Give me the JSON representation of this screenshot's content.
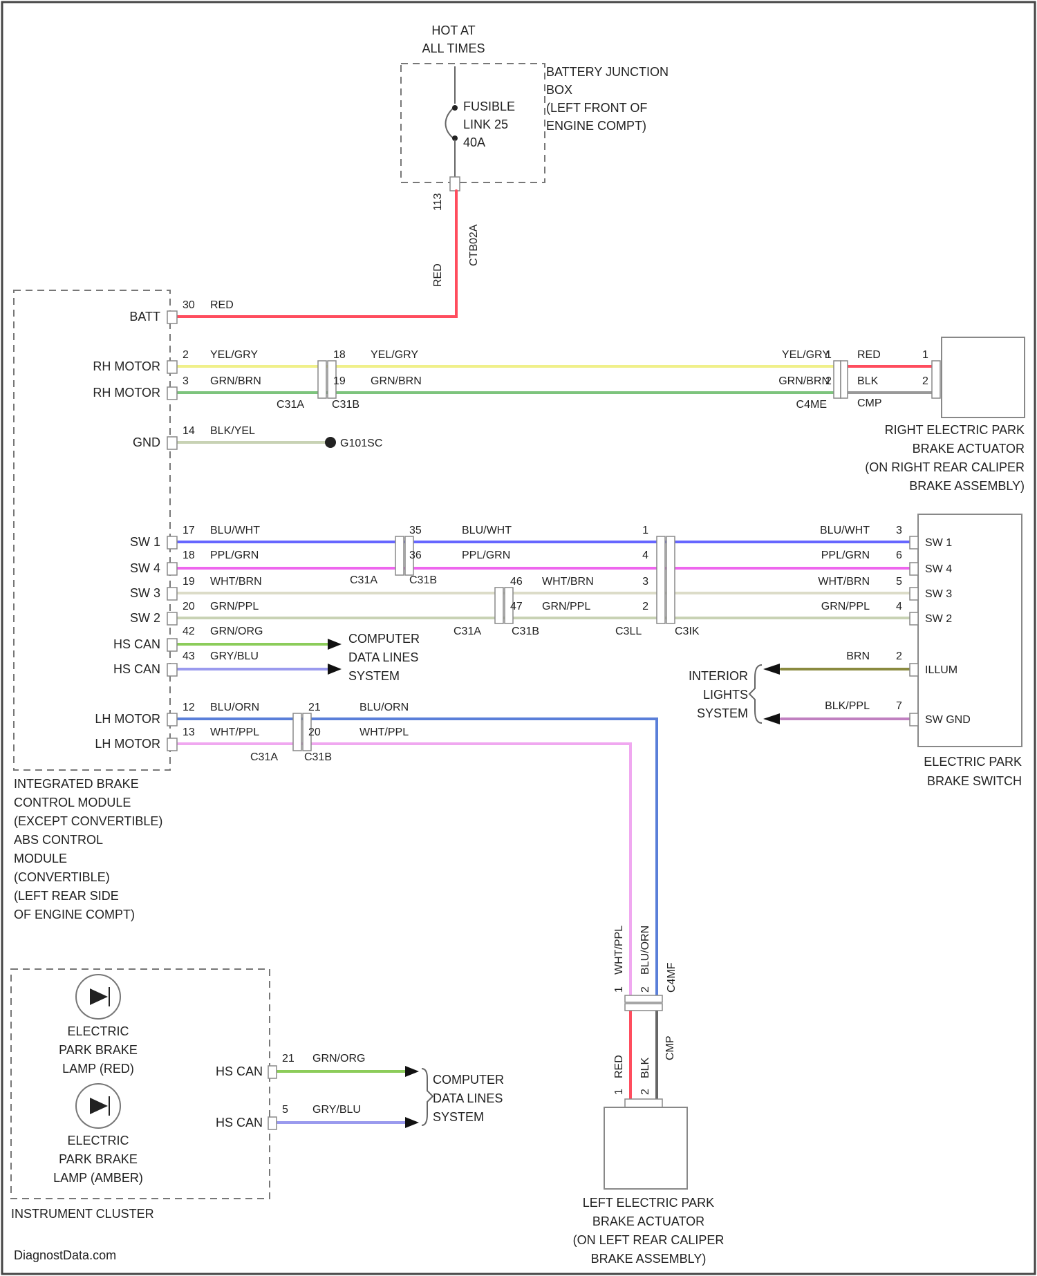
{
  "battery_jb": {
    "hot_label": [
      "HOT AT",
      "ALL TIMES"
    ],
    "name": [
      "BATTERY JUNCTION",
      "BOX",
      "(LEFT FRONT OF",
      "ENGINE COMPT)"
    ],
    "fuse": [
      "FUSIBLE",
      "LINK 25",
      "40A"
    ],
    "wire_color": "RED",
    "circuit": "CTB02A",
    "pin": "113"
  },
  "ibcm": {
    "name": [
      "INTEGRATED BRAKE",
      "CONTROL MODULE",
      "(EXCEPT CONVERTIBLE)",
      "ABS CONTROL",
      "MODULE",
      "(CONVERTIBLE)",
      "(LEFT REAR SIDE",
      "OF ENGINE COMPT)"
    ],
    "batt": {
      "label": "BATT",
      "pin": "30",
      "color": "RED"
    },
    "rh1": {
      "label": "RH MOTOR",
      "pin": "2",
      "color": "YEL/GRY"
    },
    "rh2": {
      "label": "RH MOTOR",
      "pin": "3",
      "color": "GRN/BRN"
    },
    "gnd": {
      "label": "GND",
      "pin": "14",
      "color": "BLK/YEL",
      "ground": "G101SC"
    },
    "sw1": {
      "label": "SW 1",
      "pin": "17",
      "color": "BLU/WHT"
    },
    "sw4": {
      "label": "SW 4",
      "pin": "18",
      "color": "PPL/GRN"
    },
    "sw3": {
      "label": "SW 3",
      "pin": "19",
      "color": "WHT/BRN"
    },
    "sw2": {
      "label": "SW 2",
      "pin": "20",
      "color": "GRN/PPL"
    },
    "hs1": {
      "label": "HS CAN",
      "pin": "42",
      "color": "GRN/ORG"
    },
    "hs2": {
      "label": "HS CAN",
      "pin": "43",
      "color": "GRY/BLU"
    },
    "lh1": {
      "label": "LH MOTOR",
      "pin": "12",
      "color": "BLU/ORN"
    },
    "lh2": {
      "label": "LH MOTOR",
      "pin": "13",
      "color": "WHT/PPL"
    }
  },
  "connectors": {
    "c31a": "C31A",
    "c31b": "C31B",
    "c3ll": "C3LL",
    "c3ik": "C3IK",
    "c4me": "C4ME",
    "c4mf": "C4MF"
  },
  "mid": {
    "rh1": {
      "pin": "18",
      "color": "YEL/GRY"
    },
    "rh2": {
      "pin": "19",
      "color": "GRN/BRN"
    },
    "sw1": {
      "pin": "35",
      "color": "BLU/WHT"
    },
    "sw4": {
      "pin": "36",
      "color": "PPL/GRN"
    },
    "sw3": {
      "pin": "46",
      "color": "WHT/BRN"
    },
    "sw2": {
      "pin": "47",
      "color": "GRN/PPL"
    },
    "lh1": {
      "pin": "21",
      "color": "BLU/ORN"
    },
    "lh2": {
      "pin": "20",
      "color": "WHT/PPL"
    }
  },
  "rh_right": {
    "c1": {
      "color": "YEL/GRY",
      "pin": "1"
    },
    "c2": {
      "color": "GRN/BRN",
      "pin": "2"
    },
    "a1": {
      "color": "RED",
      "pin": "1"
    },
    "a2": {
      "color": "BLK",
      "pin": "2"
    },
    "cmp": "CMP"
  },
  "rh_actuator": [
    "RIGHT ELECTRIC PARK",
    "BRAKE ACTUATOR",
    "(ON RIGHT REAR CALIPER",
    "BRAKE ASSEMBLY)"
  ],
  "switch_wires": {
    "sw1": {
      "pin": "1",
      "color": "BLU/WHT",
      "spin": "3"
    },
    "sw4": {
      "pin": "4",
      "color": "PPL/GRN",
      "spin": "6"
    },
    "sw3": {
      "pin": "3",
      "color": "WHT/BRN",
      "spin": "5"
    },
    "sw2": {
      "pin": "2",
      "color": "GRN/PPL",
      "spin": "4"
    },
    "illum": {
      "color": "BRN",
      "spin": "2"
    },
    "swgnd": {
      "color": "BLK/PPL",
      "spin": "7"
    }
  },
  "switch": {
    "name": [
      "ELECTRIC PARK",
      "BRAKE SWITCH"
    ],
    "pins": [
      "SW 1",
      "SW 4",
      "SW 3",
      "SW 2",
      "ILLUM",
      "SW GND"
    ]
  },
  "interior_lights": [
    "INTERIOR",
    "LIGHTS",
    "SYSTEM"
  ],
  "cdl": [
    "COMPUTER",
    "DATA LINES",
    "SYSTEM"
  ],
  "lh_actuator_wires": {
    "w1": {
      "color": "WHT/PPL",
      "pin": "1"
    },
    "w2": {
      "color": "BLU/ORN",
      "pin": "2"
    },
    "cmp": "CMP",
    "a1": {
      "color": "RED",
      "pin": "1"
    },
    "a2": {
      "color": "BLK",
      "pin": "2"
    }
  },
  "lh_actuator": [
    "LEFT ELECTRIC PARK",
    "BRAKE ACTUATOR",
    "(ON LEFT REAR CALIPER",
    "BRAKE ASSEMBLY)"
  ],
  "cluster": {
    "name": "INSTRUMENT CLUSTER",
    "lamp1": [
      "ELECTRIC",
      "PARK BRAKE",
      "LAMP (RED)"
    ],
    "lamp2": [
      "ELECTRIC",
      "PARK BRAKE",
      "LAMP (AMBER)"
    ],
    "hs1": {
      "label": "HS CAN",
      "pin": "21",
      "color": "GRN/ORG"
    },
    "hs2": {
      "label": "HS CAN",
      "pin": "5",
      "color": "GRY/BLU"
    }
  },
  "watermark": "DiagnostData.com",
  "colors": {
    "red": "#ff4d5e",
    "yellow": "#f0f08a",
    "green": "#7dc47d",
    "blue": "#6666ff",
    "pink": "#ee66ee",
    "offwhite": "#dcdcc8",
    "greenppl": "#c8d2b4",
    "grnorg": "#8ccc5a",
    "grayblue": "#9a9aee",
    "bluorn": "#5a7fd9",
    "whtppl": "#f0a8f0",
    "blk": "#666666",
    "gray": "#999999",
    "brn": "#8a8a40",
    "blkppl": "#c080c0"
  }
}
